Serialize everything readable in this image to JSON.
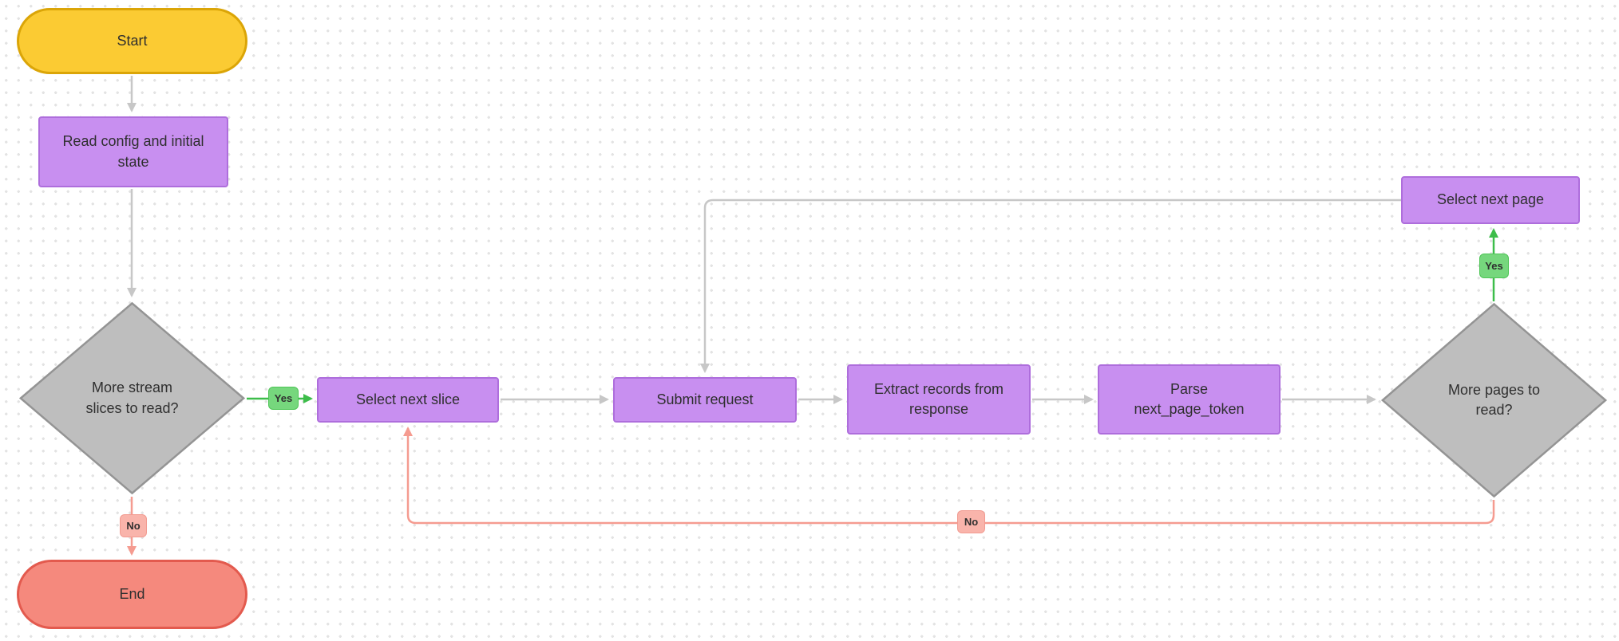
{
  "diagram": {
    "nodes": {
      "start": {
        "label": "Start",
        "type": "terminal"
      },
      "read_config": {
        "label": "Read config and initial\nstate",
        "type": "process"
      },
      "more_slices": {
        "label": "More stream\nslices to read?",
        "type": "decision"
      },
      "select_next_slice": {
        "label": "Select next slice",
        "type": "process"
      },
      "submit_request": {
        "label": "Submit request",
        "type": "process"
      },
      "extract_records": {
        "label": "Extract records from\nresponse",
        "type": "process"
      },
      "parse_next_page_token": {
        "label": "Parse\nnext_page_token",
        "type": "process"
      },
      "more_pages": {
        "label": "More pages to\nread?",
        "type": "decision"
      },
      "select_next_page": {
        "label": "Select next page",
        "type": "process"
      },
      "end": {
        "label": "End",
        "type": "terminal"
      }
    },
    "edge_labels": {
      "more_slices_yes": "Yes",
      "more_slices_no": "No",
      "more_pages_yes": "Yes",
      "more_pages_no": "No"
    },
    "colors": {
      "start_fill": "#FBCB33",
      "start_border": "#DBA507",
      "end_fill": "#F5897D",
      "end_border": "#E35A4E",
      "process_fill": "#C88FF0",
      "process_border": "#AE6EDC",
      "decision_fill": "#BEBEBE",
      "decision_border": "#949494",
      "edge_gray": "#C7C7C7",
      "edge_green": "#3DBD4A",
      "edge_pink": "#F59B90",
      "yes_badge_fill": "#76D77D",
      "no_badge_fill": "#F9B4AB",
      "background": "#FFFFFF",
      "grid_dot": "#E3E3E3"
    }
  }
}
